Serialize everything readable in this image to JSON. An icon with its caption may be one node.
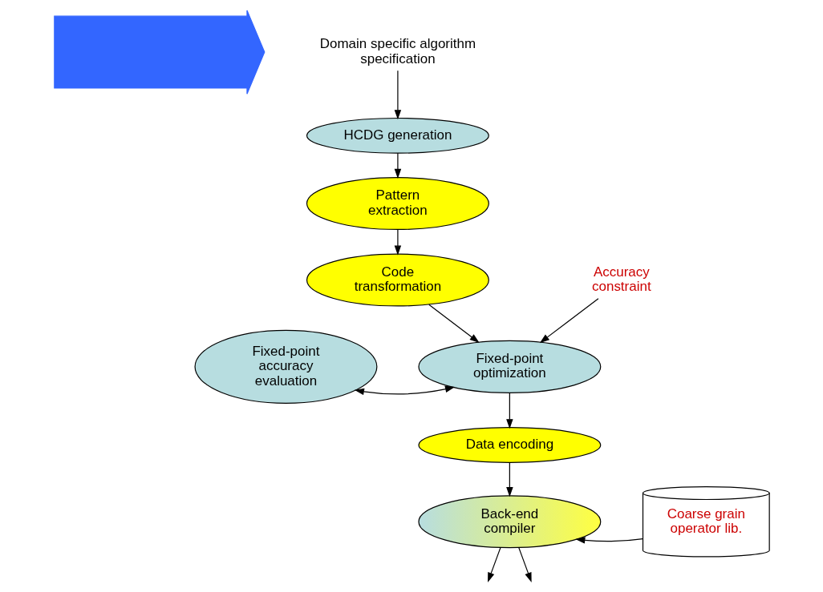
{
  "diagram": {
    "nodes": [
      {
        "text": [],
        "shape": "arrow"
      },
      {
        "text": [
          "Domain specific algorithm specification"
        ]
      },
      {
        "text": [
          "HCDG generation"
        ]
      },
      {
        "text": [
          "Pattern extraction"
        ]
      },
      {
        "text": [
          "Code transformation"
        ]
      },
      {
        "text": [
          "Fixed-point accuracy evaluation"
        ]
      },
      {
        "text": [
          "Fixed-point optimization"
        ]
      },
      {
        "text": [
          "Accuracy constraint"
        ]
      },
      {
        "text": [
          "Data encoding"
        ]
      },
      {
        "text": [
          "Back-end compiler"
        ]
      },
      {
        "text": [
          "Coarse grain operator lib."
        ]
      }
    ],
    "edges": [
      {
        "from": 1,
        "to": 2,
        "arrow": "to"
      },
      {
        "from": 2,
        "to": 3,
        "arrow": "to"
      },
      {
        "from": 3,
        "to": 4,
        "arrow": "to"
      },
      {
        "from": 4,
        "to": 6,
        "arrow": "to"
      },
      {
        "from": 5,
        "to": 6,
        "arrow": "both"
      },
      {
        "from": 7,
        "to": 6,
        "arrow": "to"
      },
      {
        "from": 6,
        "to": 8,
        "arrow": "to"
      },
      {
        "from": 8,
        "to": 9,
        "arrow": "to"
      },
      {
        "from": 10,
        "to": 9,
        "arrow": "to"
      },
      {
        "from": 9,
        "to": null,
        "arrow": "to"
      },
      {
        "from": 9,
        "to": null,
        "arrow": "to"
      }
    ]
  }
}
